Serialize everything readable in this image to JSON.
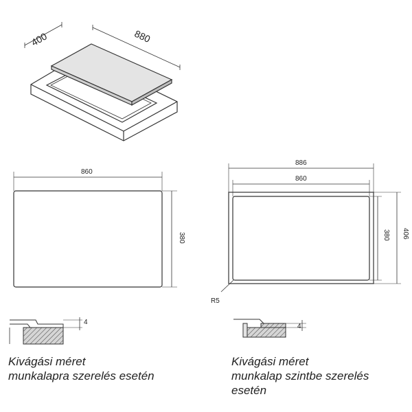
{
  "iso_view": {
    "depth": "400",
    "width": "880"
  },
  "cutout_flush": {
    "width": "860",
    "depth": "380"
  },
  "cutout_inset": {
    "outer_width": "886",
    "inner_width": "860",
    "inner_depth": "380",
    "outer_depth": "406",
    "radius": "R5"
  },
  "section_left": {
    "thickness": "4"
  },
  "section_right": {
    "thickness": "4"
  },
  "captions": {
    "left": [
      "Kivágási méret",
      "munkalapra szerelés esetén"
    ],
    "right": [
      "Kivágási méret",
      "munkalap szintbe szerelés",
      "esetén"
    ]
  },
  "colors": {
    "line": "#333333",
    "hatch": "#5a5a5a",
    "hob_fill": "#e4e4e4",
    "section_fill": "#cfcfcf"
  }
}
